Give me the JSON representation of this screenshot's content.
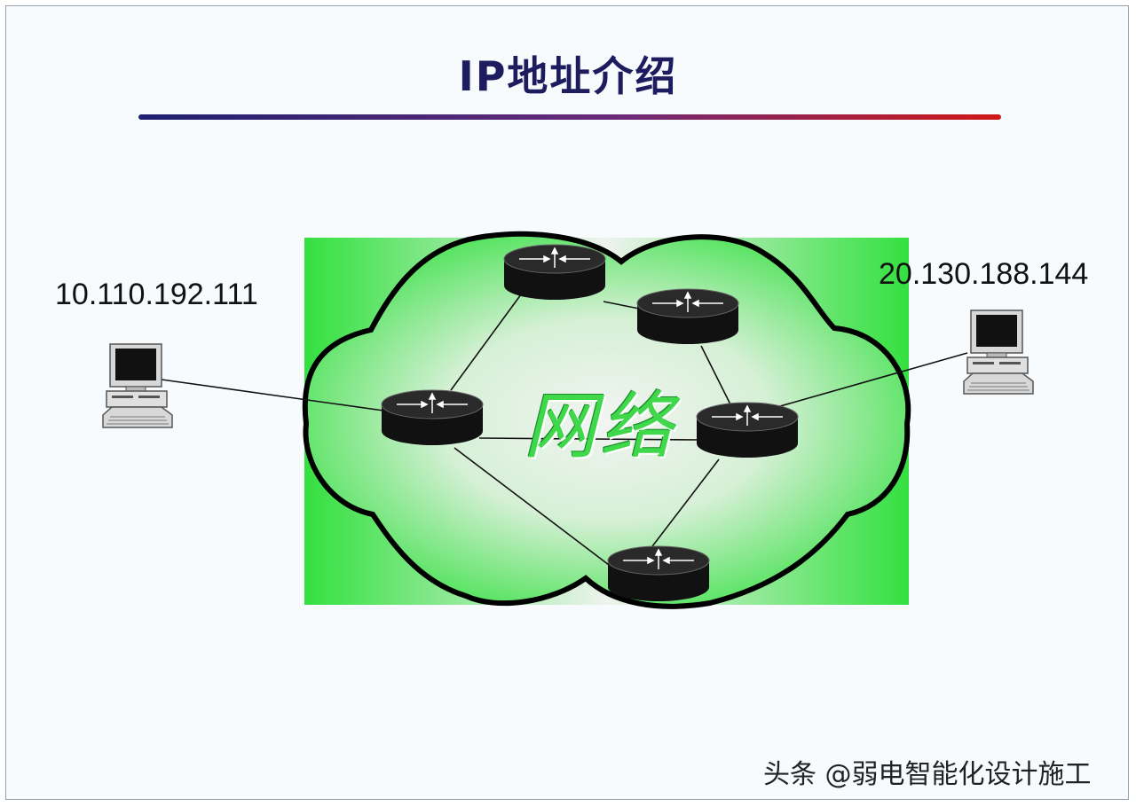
{
  "title": "IP地址介绍",
  "network_label": "网络",
  "hosts": {
    "left": {
      "ip": "10.110.192.111"
    },
    "right": {
      "ip": "20.130.188.144"
    }
  },
  "watermark": "头条 @弱电智能化设计施工",
  "colors": {
    "title": "#1c1c5e",
    "rule_start": "#1e2070",
    "rule_end": "#d01818",
    "cloud_green": "#34e040",
    "label_green": "#3ed84a",
    "router": "#111111"
  }
}
